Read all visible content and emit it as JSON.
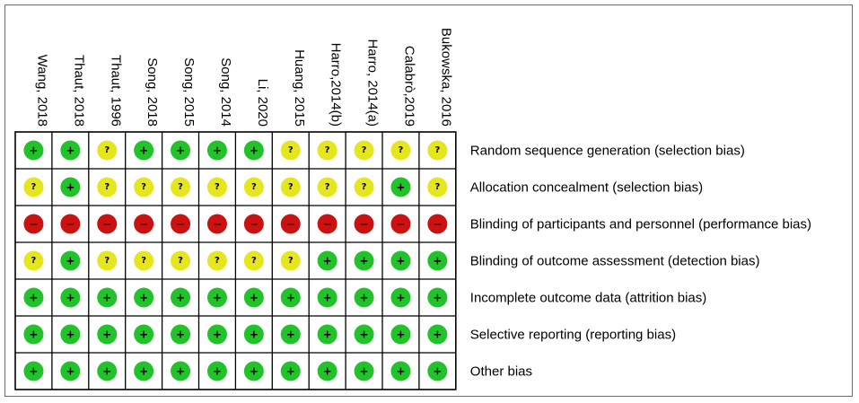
{
  "chart_data": {
    "type": "table",
    "studies": [
      "Wang, 2018",
      "Thaut, 2018",
      "Thaut, 1996",
      "Song, 2018",
      "Song, 2015",
      "Song, 2014",
      "Li, 2020",
      "Huang, 2015",
      "Harro,2014(b)",
      "Harro, 2014(a)",
      "Calabrò,2019",
      "Bukowska, 2016"
    ],
    "domains": [
      "Random sequence generation (selection bias)",
      "Allocation concealment (selection bias)",
      "Blinding of participants and personnel (performance bias)",
      "Blinding of outcome assessment (detection bias)",
      "Incomplete outcome data (attrition bias)",
      "Selective reporting (reporting bias)",
      "Other bias"
    ],
    "judgements": [
      [
        "low",
        "low",
        "unclear",
        "low",
        "low",
        "low",
        "low",
        "unclear",
        "unclear",
        "unclear",
        "unclear",
        "unclear"
      ],
      [
        "unclear",
        "low",
        "unclear",
        "unclear",
        "unclear",
        "unclear",
        "unclear",
        "unclear",
        "unclear",
        "unclear",
        "low",
        "unclear"
      ],
      [
        "high",
        "high",
        "high",
        "high",
        "high",
        "high",
        "high",
        "high",
        "high",
        "high",
        "high",
        "high"
      ],
      [
        "unclear",
        "low",
        "unclear",
        "unclear",
        "unclear",
        "unclear",
        "unclear",
        "unclear",
        "low",
        "low",
        "low",
        "low"
      ],
      [
        "low",
        "low",
        "low",
        "low",
        "low",
        "low",
        "low",
        "low",
        "low",
        "low",
        "low",
        "low"
      ],
      [
        "low",
        "low",
        "low",
        "low",
        "low",
        "low",
        "low",
        "low",
        "low",
        "low",
        "low",
        "low"
      ],
      [
        "low",
        "low",
        "low",
        "low",
        "low",
        "low",
        "low",
        "low",
        "low",
        "low",
        "low",
        "low"
      ]
    ],
    "legend": {
      "low": {
        "symbol": "+",
        "color": "#22c22a"
      },
      "unclear": {
        "symbol": "?",
        "color": "#e6e61e"
      },
      "high": {
        "symbol": "−",
        "color": "#cc1111"
      }
    }
  }
}
